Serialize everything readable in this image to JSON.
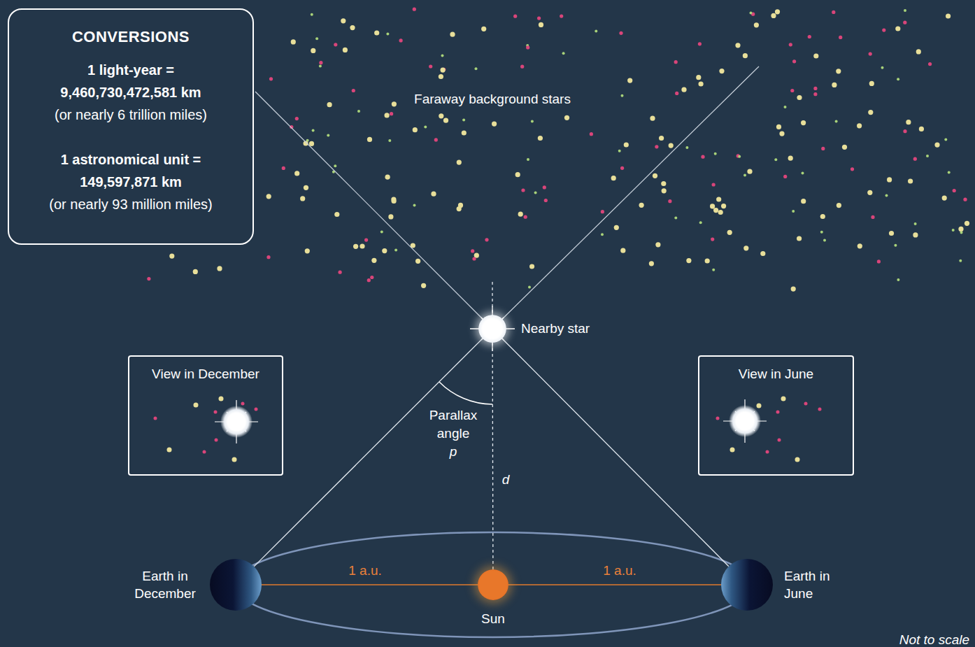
{
  "diagram": {
    "nodes": [
      {
        "text": [
          "CONVERSIONS",
          "1 light-year = 9,460,730,472,581 km",
          "(or nearly 6 trillion miles)",
          "1 astronomical unit = 149,597,871 km",
          "(or nearly 93 million miles)"
        ]
      },
      {
        "text": [
          "Nearby star"
        ]
      },
      {
        "text": [
          "View in December"
        ]
      },
      {
        "text": [
          "View in June"
        ]
      },
      {
        "text": [
          "Earth in December"
        ]
      },
      {
        "text": [
          "Sun"
        ]
      },
      {
        "text": [
          "Earth in June"
        ]
      }
    ],
    "edges": [
      {
        "from": 4,
        "to": 1,
        "arrow": "none"
      },
      {
        "from": 6,
        "to": 1,
        "arrow": "none"
      },
      {
        "from": 5,
        "to": 1,
        "label": "d",
        "arrow": "none"
      },
      {
        "from": 4,
        "to": 5,
        "label": "1 a.u.",
        "arrow": "none"
      },
      {
        "from": 5,
        "to": 6,
        "label": "1 a.u.",
        "arrow": "none"
      }
    ],
    "labels": [
      "Faraway background stars",
      "Parallax angle",
      "p",
      "Not to scale"
    ]
  }
}
